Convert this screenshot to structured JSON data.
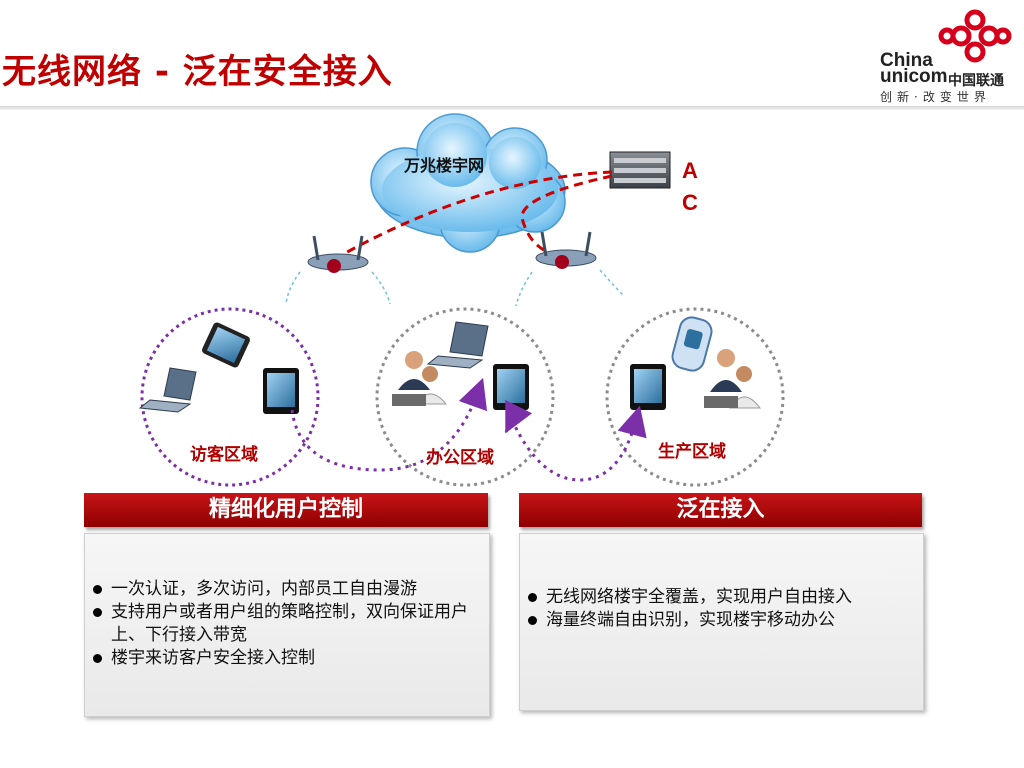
{
  "title": "无线网络 - 泛在安全接入",
  "logo": {
    "brand_line1": "China",
    "brand_line2": "unicom",
    "brand_cn": "中国联通",
    "slogan": "创新·改变世界"
  },
  "diagram": {
    "cloud_label": "万兆楼宇网",
    "ac_label_1": "A",
    "ac_label_2": "C",
    "zones": [
      {
        "label": "访客区域"
      },
      {
        "label": "办公区域"
      },
      {
        "label": "生产区域"
      }
    ]
  },
  "panels": [
    {
      "header": "精细化用户控制",
      "items": [
        "一次认证，多次访问，内部员工自由漫游",
        "支持用户或者用户组的策略控制，双向保证用户上、下行接入带宽",
        "楼宇来访客户安全接入控制"
      ]
    },
    {
      "header": "泛在接入",
      "items": [
        "无线网络楼宇全覆盖，实现用户自由接入",
        "海量终端自由识别，实现楼宇移动办公"
      ]
    }
  ],
  "colors": {
    "title_red": "#c00000",
    "link_red": "#cc0000",
    "path_purple": "#7b2fa8",
    "zone_border": "#7b2fa8",
    "panel_header": "#a80000"
  }
}
